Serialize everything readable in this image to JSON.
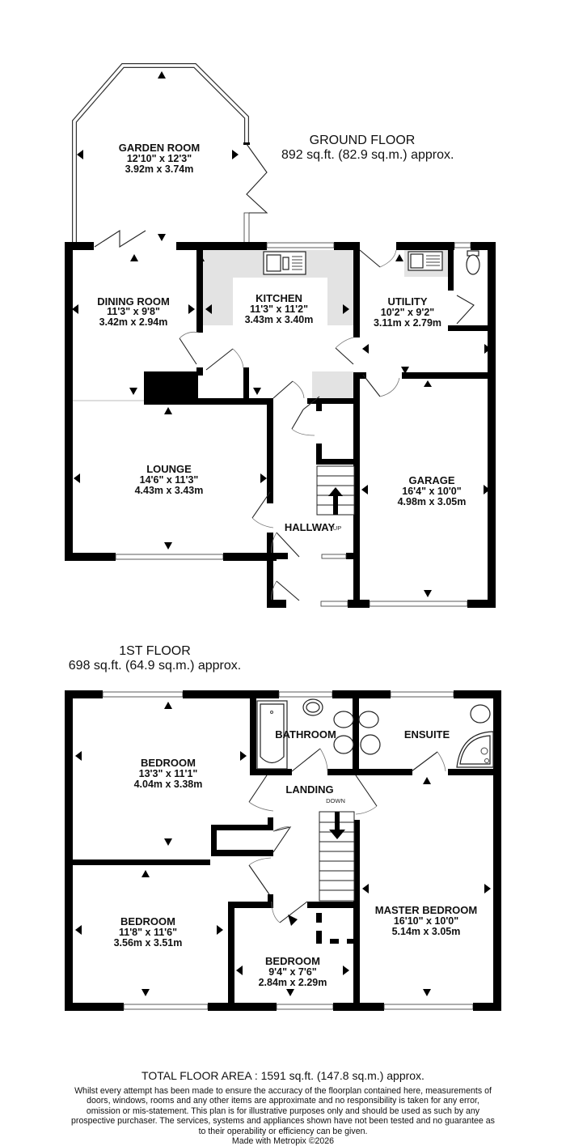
{
  "ground_floor": {
    "heading": "GROUND FLOOR",
    "area": "892 sq.ft. (82.9 sq.m.) approx.",
    "rooms": [
      {
        "name": "GARDEN ROOM",
        "imperial": "12'10\"  x 12'3\"",
        "metric": "3.92m  x 3.74m"
      },
      {
        "name": "DINING ROOM",
        "imperial": "11'3\"  x 9'8\"",
        "metric": "3.42m  x 2.94m"
      },
      {
        "name": "KITCHEN",
        "imperial": "11'3\"  x 11'2\"",
        "metric": "3.43m  x 3.40m"
      },
      {
        "name": "UTILITY",
        "imperial": "10'2\"  x 9'2\"",
        "metric": "3.11m  x 2.79m"
      },
      {
        "name": "LOUNGE",
        "imperial": "14'6\"  x 11'3\"",
        "metric": "4.43m  x 3.43m"
      },
      {
        "name": "GARAGE",
        "imperial": "16'4\"  x 10'0\"",
        "metric": "4.98m  x 3.05m"
      },
      {
        "name": "HALLWAY"
      }
    ],
    "stairs_label": "UP"
  },
  "first_floor": {
    "heading": "1ST FLOOR",
    "area": "698 sq.ft. (64.9 sq.m.) approx.",
    "rooms": [
      {
        "name": "BEDROOM",
        "imperial": "13'3\"  x 11'1\"",
        "metric": "4.04m  x 3.38m"
      },
      {
        "name": "BATHROOM"
      },
      {
        "name": "ENSUITE"
      },
      {
        "name": "LANDING"
      },
      {
        "name": "BEDROOM",
        "imperial": "11'8\"  x 11'6\"",
        "metric": "3.56m  x 3.51m"
      },
      {
        "name": "BEDROOM",
        "imperial": "9'4\"  x 7'6\"",
        "metric": "2.84m  x 2.29m"
      },
      {
        "name": "MASTER BEDROOM",
        "imperial": "16'10\"  x 10'0\"",
        "metric": "5.14m  x 3.05m"
      }
    ],
    "stairs_label": "DOWN"
  },
  "footer": {
    "total_area": "TOTAL FLOOR AREA : 1591 sq.ft. (147.8 sq.m.) approx.",
    "disclaimer": "Whilst every attempt has been made to ensure the accuracy of the floorplan contained here, measurements of doors, windows, rooms and any other items are approximate and no responsibility is taken for any error, omission or mis-statement. This plan is for illustrative purposes only and should be used as such by any prospective purchaser. The services, systems and appliances shown have not been tested and no guarantee as to their operability or efficiency can be given.",
    "credit": "Made with Metropix ©2026"
  },
  "icons": {
    "dimension_arrow": "triangle-arrow-icon",
    "stairs": "stairs-icon",
    "sink": "sink-icon",
    "toilet": "toilet-icon",
    "bath": "bath-icon",
    "shower": "shower-icon",
    "basin": "basin-icon"
  },
  "colors": {
    "wall": "#000000",
    "fixture_fill": "#e3e3e3",
    "background": "#ffffff"
  }
}
